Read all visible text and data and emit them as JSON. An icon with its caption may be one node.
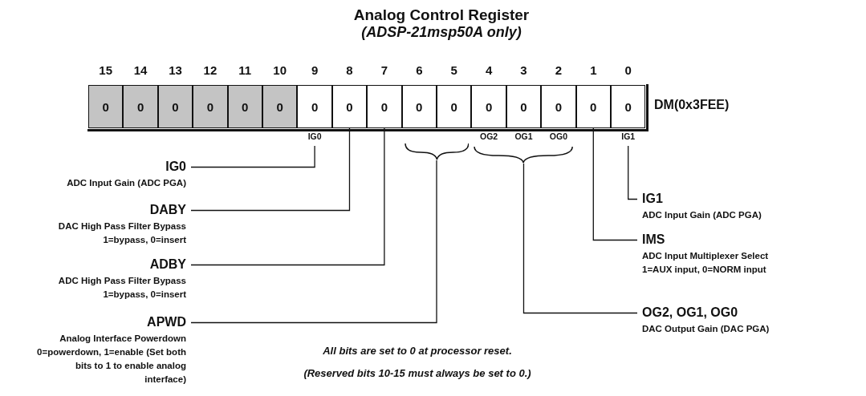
{
  "diagram": {
    "title": "Analog Control Register",
    "caption": "(ADSP-21msp50A only)",
    "nodes": [
      {
        "text": [
          "0"
        ],
        "beside": [
          "15"
        ]
      },
      {
        "text": [
          "0"
        ],
        "beside": [
          "14"
        ]
      },
      {
        "text": [
          "0"
        ],
        "beside": [
          "13"
        ]
      },
      {
        "text": [
          "0"
        ],
        "beside": [
          "12"
        ]
      },
      {
        "text": [
          "0"
        ],
        "beside": [
          "11"
        ]
      },
      {
        "text": [
          "0"
        ],
        "beside": [
          "10"
        ]
      },
      {
        "text": [
          "0"
        ],
        "beside": [
          "9",
          "IG0"
        ]
      },
      {
        "text": [
          "0"
        ],
        "beside": [
          "8"
        ]
      },
      {
        "text": [
          "0"
        ],
        "beside": [
          "7"
        ]
      },
      {
        "text": [
          "0"
        ],
        "beside": [
          "6"
        ]
      },
      {
        "text": [
          "0"
        ],
        "beside": [
          "5"
        ]
      },
      {
        "text": [
          "0"
        ],
        "beside": [
          "4",
          "OG2"
        ]
      },
      {
        "text": [
          "0"
        ],
        "beside": [
          "3",
          "OG1"
        ]
      },
      {
        "text": [
          "0"
        ],
        "beside": [
          "2",
          "OG0"
        ]
      },
      {
        "text": [
          "0"
        ],
        "beside": [
          "1"
        ]
      },
      {
        "text": [
          "0"
        ],
        "beside": [
          "0",
          "IG1"
        ]
      },
      {
        "text": [],
        "shape": "brace"
      },
      {
        "text": [],
        "shape": "brace"
      },
      {
        "text": [
          "IG0",
          "ADC Input Gain (ADC PGA)"
        ]
      },
      {
        "text": [
          "DABY",
          "DAC High Pass Filter Bypass 1=bypass, 0=insert"
        ]
      },
      {
        "text": [
          "ADBY",
          "ADC High Pass Filter Bypass 1=bypass, 0=insert"
        ]
      },
      {
        "text": [
          "APWD",
          "Analog Interface Powerdown 0=powerdown, 1=enable (Set both bits to 1 to enable analog interface)"
        ]
      },
      {
        "text": [
          "IG1",
          "ADC Input Gain (ADC PGA)"
        ]
      },
      {
        "text": [
          "IMS",
          "ADC Input Multiplexer Select 1=AUX input, 0=NORM input"
        ]
      },
      {
        "text": [
          "OG2, OG1, OG0",
          "DAC Output Gain (DAC PGA)"
        ]
      }
    ],
    "edges": [
      {
        "from": 18,
        "to": 6,
        "arrow": "none"
      },
      {
        "from": 19,
        "to": 7,
        "arrow": "none"
      },
      {
        "from": 20,
        "to": 8,
        "arrow": "none"
      },
      {
        "from": 21,
        "to": 16,
        "arrow": "none"
      },
      {
        "from": 22,
        "to": 15,
        "arrow": "none"
      },
      {
        "from": 23,
        "to": 14,
        "arrow": "none"
      },
      {
        "from": 24,
        "to": 17,
        "arrow": "none"
      }
    ],
    "labels": [
      "DM(0x3FEE)",
      "All bits are set to 0 at processor reset.",
      "(Reserved bits 10-15 must always be set to 0.)"
    ]
  }
}
